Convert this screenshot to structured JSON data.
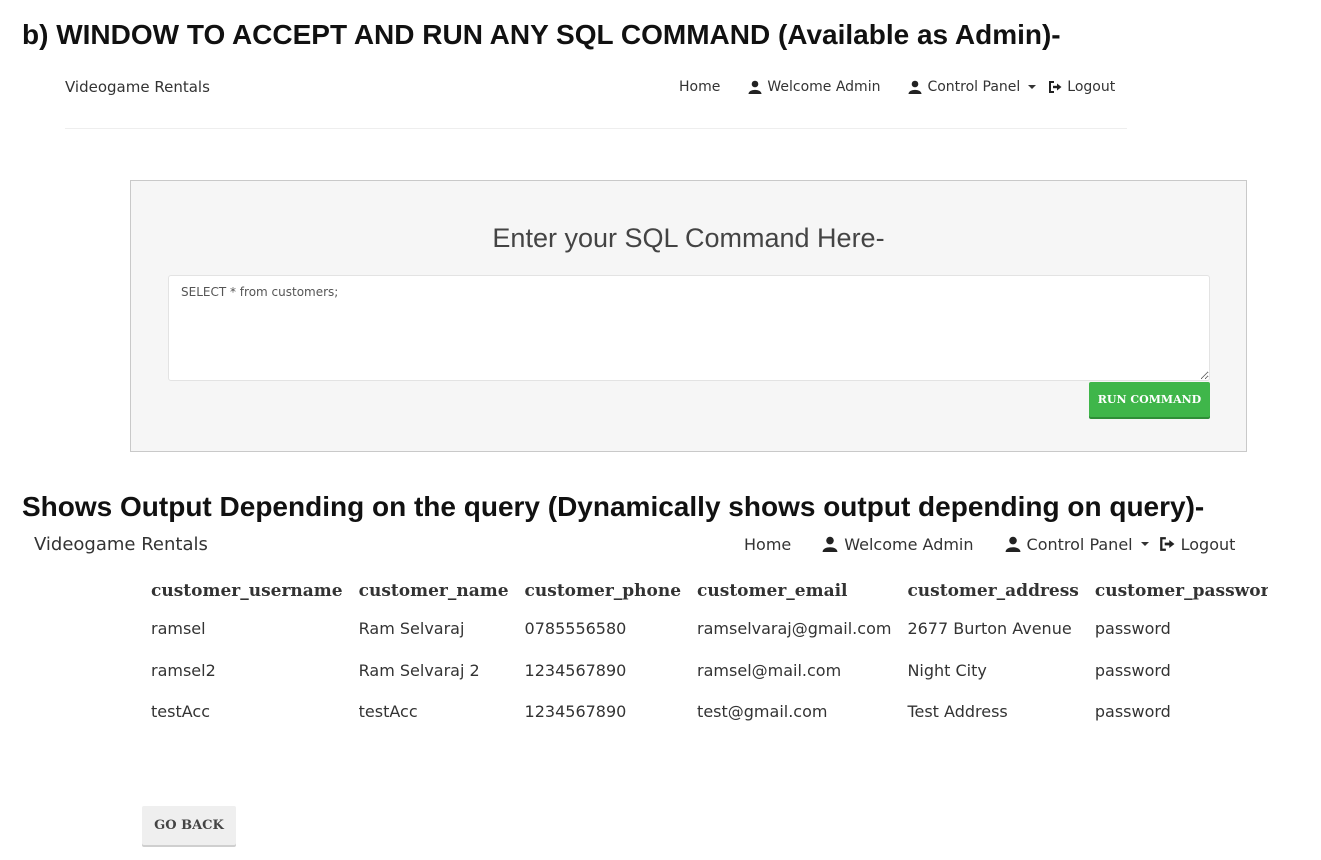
{
  "headings": {
    "window": "b) WINDOW TO ACCEPT AND RUN ANY SQL COMMAND (Available as Admin)-",
    "output": "Shows Output Depending on the query (Dynamically shows output depending on query)-"
  },
  "navbar": {
    "brand": "Videogame Rentals",
    "home": "Home",
    "welcome": "Welcome Admin",
    "control_panel": "Control Panel",
    "logout": "Logout"
  },
  "icons": {
    "user": "user-icon",
    "caret": "caret-down-icon",
    "logout": "logout-icon"
  },
  "sql_panel": {
    "title": "Enter your SQL Command Here-",
    "command_value": "SELECT * from customers;",
    "run_button": "RUN COMMAND"
  },
  "results": {
    "columns": [
      "customer_username",
      "customer_name",
      "customer_phone",
      "customer_email",
      "customer_address",
      "customer_password"
    ],
    "rows": [
      [
        "ramsel",
        "Ram Selvaraj",
        "0785556580",
        "ramselvaraj@gmail.com",
        "2677 Burton Avenue",
        "password"
      ],
      [
        "ramsel2",
        "Ram Selvaraj 2",
        "1234567890",
        "ramsel@mail.com",
        "Night City",
        "password"
      ],
      [
        "testAcc",
        "testAcc",
        "1234567890",
        "test@gmail.com",
        "Test Address",
        "password"
      ]
    ]
  },
  "back_button": "GO BACK",
  "colors": {
    "run_button": "#3fb64a",
    "panel_background": "#f6f6f6",
    "back_button": "#efefef"
  }
}
